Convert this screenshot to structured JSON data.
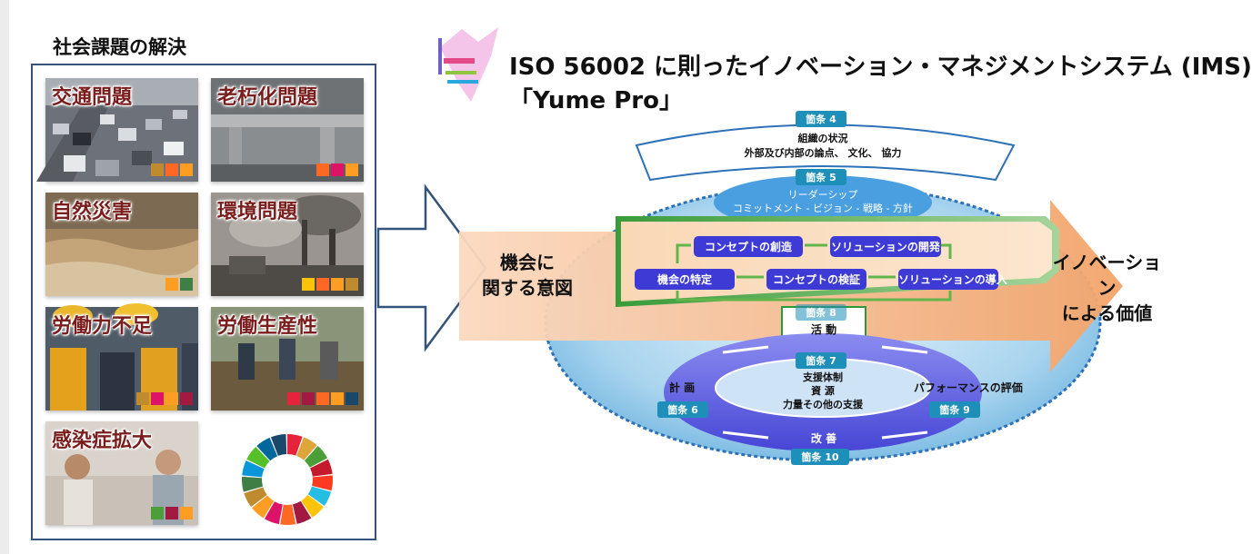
{
  "left_panel": {
    "title": "社会課題の解決",
    "tiles": [
      {
        "label": "交通問題"
      },
      {
        "label": "老朽化問題"
      },
      {
        "label": "自然災害"
      },
      {
        "label": "環境問題"
      },
      {
        "label": "労働力不足"
      },
      {
        "label": "労働生産性"
      },
      {
        "label": "感染症拡大"
      }
    ]
  },
  "header": {
    "title": "ISO 56002 に則ったイノベーション・マネジメントシステム (IMS)",
    "subtitle": "「Yume Pro」"
  },
  "diagram": {
    "input_label_line1": "機会に",
    "input_label_line2": "関する意図",
    "output_label_line1": "イノベーション",
    "output_label_line2": "による価値",
    "clause4": {
      "tag": "箇条 4",
      "line1": "組織の状況",
      "line2": "外部及び内部の論点、 文化、 協力"
    },
    "clause5": {
      "tag": "箇条 5",
      "line1": "リーダーシップ",
      "line2": "コミットメント - ビジョン - 戦略 - 方針"
    },
    "process": {
      "concept_create": "コンセプトの創造",
      "solution_develop": "ソリューションの開発",
      "opportunity": "機会の特定",
      "concept_verify": "コンセプトの検証",
      "solution_deploy": "ソリューションの導入"
    },
    "clause8": {
      "tag": "箇条 8",
      "label": "活 動"
    },
    "clause7": {
      "tag": "箇条 7",
      "line1": "支援体制",
      "line2": "資 源",
      "line3": "力量その他の支援"
    },
    "clause6": {
      "tag": "箇条 6",
      "label": "計 画"
    },
    "clause9": {
      "tag": "箇条 9",
      "label": "パフォーマンスの評価"
    },
    "clause10": {
      "tag": "箇条 10",
      "label": "改 善"
    }
  }
}
